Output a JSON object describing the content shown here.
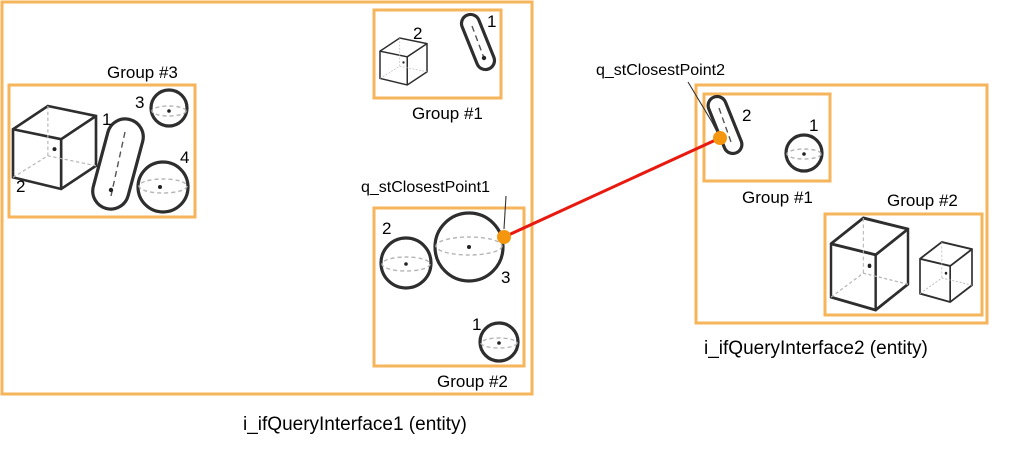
{
  "colors": {
    "box": "#f6b55a",
    "shape": "#2e2e2e",
    "connector": "#e8190f",
    "point": "#f5960f"
  },
  "entities": [
    {
      "label": "i_ifQueryInterface1 (entity)",
      "groups": [
        {
          "label": "Group #1",
          "shapes": [
            {
              "kind": "cube",
              "label": "2"
            },
            {
              "kind": "capsule",
              "label": "1"
            }
          ]
        },
        {
          "label": "Group #2",
          "shapes": [
            {
              "kind": "sphere",
              "label": "2"
            },
            {
              "kind": "sphere",
              "label": "3"
            },
            {
              "kind": "sphere",
              "label": "1"
            }
          ]
        },
        {
          "label": "Group #3",
          "shapes": [
            {
              "kind": "cube",
              "label": "2"
            },
            {
              "kind": "capsule",
              "label": "1"
            },
            {
              "kind": "sphere",
              "label": "3"
            },
            {
              "kind": "sphere",
              "label": "4"
            }
          ]
        }
      ]
    },
    {
      "label": "i_ifQueryInterface2 (entity)",
      "groups": [
        {
          "label": "Group #1",
          "shapes": [
            {
              "kind": "capsule",
              "label": "2"
            },
            {
              "kind": "sphere",
              "label": "1"
            }
          ]
        },
        {
          "label": "Group #2",
          "shapes": [
            {
              "kind": "cube"
            },
            {
              "kind": "cube"
            }
          ]
        }
      ]
    }
  ],
  "closest_points": [
    {
      "label": "q_stClosestPoint1"
    },
    {
      "label": "q_stClosestPoint2"
    }
  ]
}
